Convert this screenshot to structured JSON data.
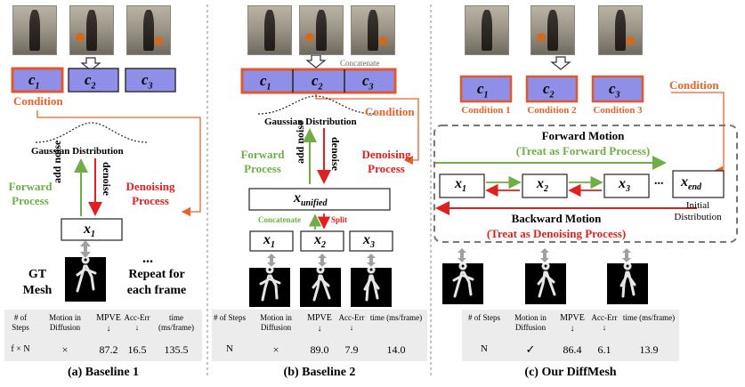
{
  "panels": [
    {
      "caption": "(a) Baseline 1",
      "conditions": [
        "c1",
        "c2",
        "c3"
      ],
      "condition_label": "Condition",
      "gaussian_label": "Gaussian Distribution",
      "forward_label": [
        "Forward",
        "Process"
      ],
      "denoising_label": [
        "Denoising",
        "Process"
      ],
      "add_noise": "add noise",
      "denoise": "denoise",
      "x_box": "x1",
      "gt_label": [
        "GT",
        "Mesh"
      ],
      "repeat_label": [
        "Repeat for",
        "each frame"
      ],
      "ellipsis": "...",
      "table": {
        "headers": [
          "# of Steps",
          "Motion in Diffusion",
          "MPVE ↓",
          "Acc-Err ↓",
          "time (ms/frame)"
        ],
        "row": [
          "f × N",
          "×",
          "87.2",
          "16.5",
          "135.5"
        ]
      }
    },
    {
      "caption": "(b) Baseline 2",
      "conditions": [
        "c1",
        "c2",
        "c3"
      ],
      "concatenate_label": "Concatenate",
      "condition_label": "Condition",
      "gaussian_label": "Gaussian Distribution",
      "forward_label": [
        "Forward",
        "Process"
      ],
      "denoising_label": [
        "Denoising",
        "Process"
      ],
      "add_noise": "add noise",
      "denoise": "denoise",
      "x_unified": "x unified",
      "concatenate2": "Concatenate",
      "split": "Split",
      "x_boxes": [
        "x1",
        "x2",
        "x3"
      ],
      "table": {
        "headers": [
          "# of Steps",
          "Motion in Diffusion",
          "MPVE ↓",
          "Acc-Err ↓",
          "time (ms/frame)"
        ],
        "row": [
          "N",
          "×",
          "89.0",
          "7.9",
          "14.0"
        ]
      }
    },
    {
      "caption": "(c) Our DiffMesh",
      "conditions": [
        "c1",
        "c2",
        "c3"
      ],
      "condition_names": [
        "Condition 1",
        "Condition 2",
        "Condition 3"
      ],
      "condition_label": "Condition",
      "forward_motion": "Forward Motion",
      "forward_treat": "(Treat as Forward Process)",
      "x_boxes": [
        "x1",
        "x2",
        "x3",
        "x end"
      ],
      "ellipsis": "...",
      "initial": [
        "Initial",
        "Distribution"
      ],
      "backward_motion": "Backward Motion",
      "backward_treat": "(Treat as Denoising Process)",
      "table": {
        "headers": [
          "# of Steps",
          "Motion in Diffusion",
          "MPVE ↓",
          "Acc-Err ↓",
          "time (ms/frame)"
        ],
        "row": [
          "N",
          "✓",
          "86.4",
          "6.1",
          "13.9"
        ]
      }
    }
  ],
  "colors": {
    "cond_fill": "#8f8fe8",
    "cond_border_highlight": "#e2582c",
    "orange": "#e8642c",
    "green": "#70ad47",
    "red": "#e02020",
    "table_bg": "#ececec",
    "gray_arrow": "#a0a0a0"
  }
}
